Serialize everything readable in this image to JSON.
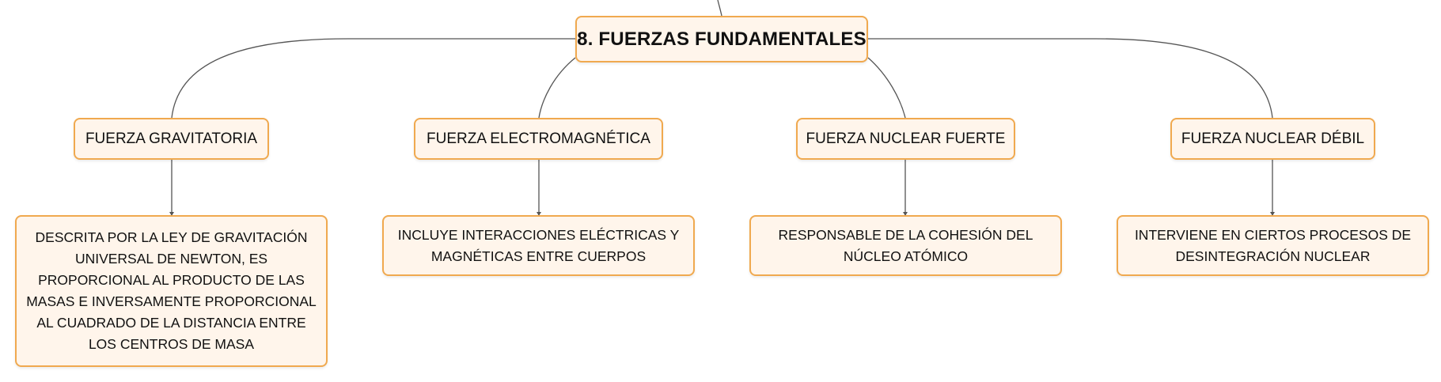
{
  "diagram": {
    "root": {
      "label": "8. FUERZAS FUNDAMENTALES"
    },
    "branches": [
      {
        "label": "FUERZA GRAVITATORIA",
        "description": "DESCRITA POR LA LEY DE GRAVITACIÓN UNIVERSAL DE NEWTON, ES PROPORCIONAL AL PRODUCTO DE LAS MASAS E INVERSAMENTE PROPORCIONAL AL CUADRADO DE LA DISTANCIA ENTRE LOS CENTROS DE MASA"
      },
      {
        "label": "FUERZA ELECTROMAGNÉTICA",
        "description": "INCLUYE INTERACCIONES ELÉCTRICAS Y MAGNÉTICAS ENTRE CUERPOS"
      },
      {
        "label": "FUERZA NUCLEAR FUERTE",
        "description": "RESPONSABLE DE LA COHESIÓN DEL NÚCLEO ATÓMICO"
      },
      {
        "label": "FUERZA NUCLEAR DÉBIL",
        "description": "INTERVIENE EN CIERTOS PROCESOS DE DESINTEGRACIÓN NUCLEAR"
      }
    ]
  },
  "colors": {
    "node_fill": "#fff5eb",
    "node_border": "#f0a94f",
    "connector": "#555555",
    "text": "#111111"
  }
}
